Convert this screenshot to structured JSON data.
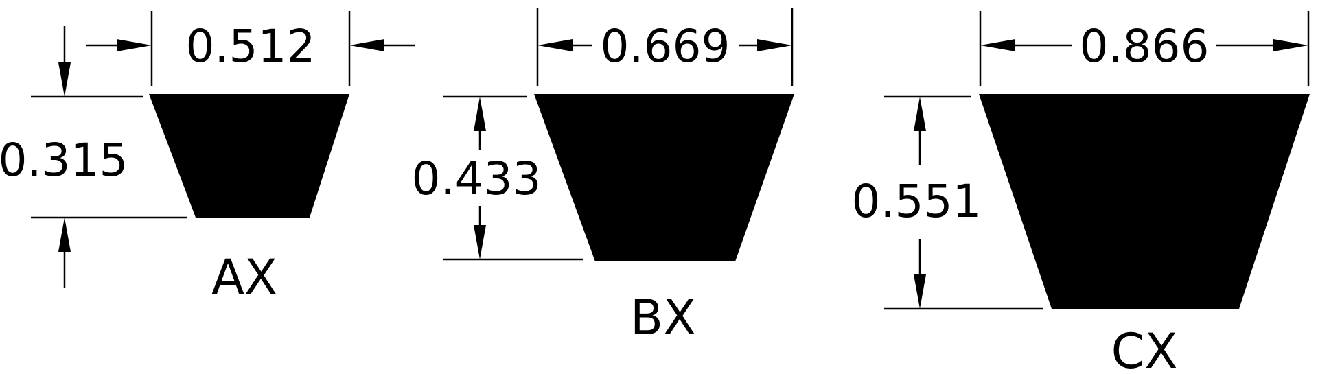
{
  "belts": [
    {
      "label": "AX",
      "top_width": "0.512",
      "height": "0.315"
    },
    {
      "label": "BX",
      "top_width": "0.669",
      "height": "0.433"
    },
    {
      "label": "CX",
      "top_width": "0.866",
      "height": "0.551"
    }
  ]
}
